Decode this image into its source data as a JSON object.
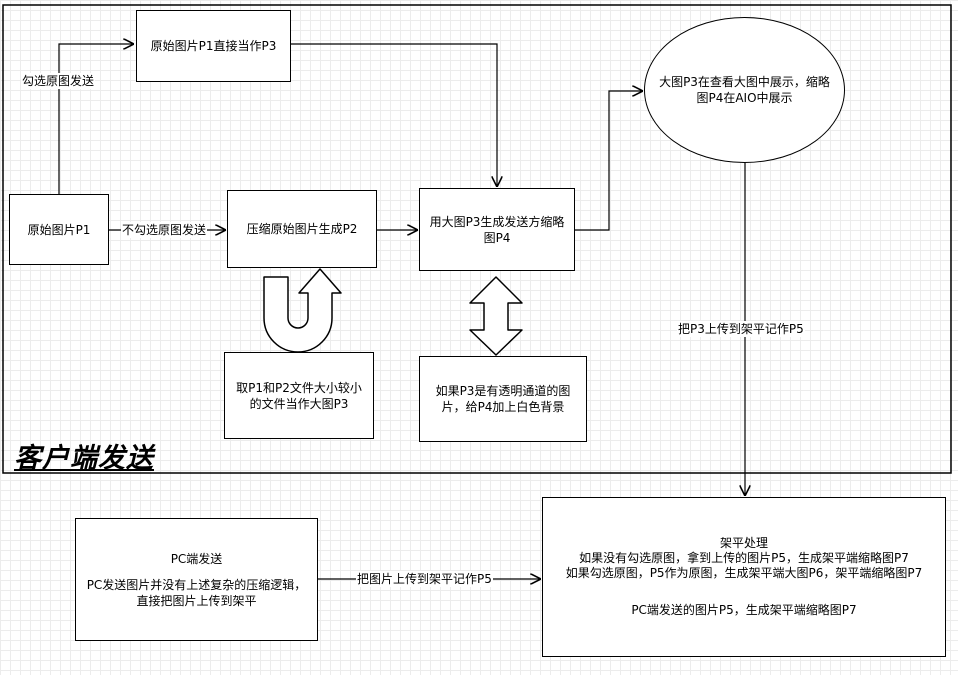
{
  "region": {
    "title": "客户端发送"
  },
  "nodes": {
    "original": "原始图片P1",
    "p1_as_p3": "原始图片P1直接当作P3",
    "compress": "压缩原始图片生成P2",
    "gen_thumb": "用大图P3生成发送方缩略图P4",
    "pick_small": "取P1和P2文件大小较小的文件当作大图P3",
    "transparent": "如果P3是有透明通道的图片，给P4加上白色背景",
    "display": "大图P3在查看大图中展示，缩略图P4在AIO中展示",
    "pc_title": "PC端发送",
    "pc_body": "PC发送图片并没有上述复杂的压缩逻辑，直接把图片上传到架平",
    "jp_title": "架平处理",
    "jp_line1": "如果没有勾选原图，拿到上传的图片P5，生成架平端缩略图P7",
    "jp_line2": "如果勾选原图，P5作为原图，生成架平端大图P6，架平端缩略图P7",
    "jp_line3": "PC端发送的图片P5，生成架平端缩略图P7"
  },
  "edge_labels": {
    "check_original": "勾选原图发送",
    "no_check_original": "不勾选原图发送",
    "upload_p3": "把P3上传到架平记作P5",
    "upload_pc": "把图片上传到架平记作P5"
  }
}
